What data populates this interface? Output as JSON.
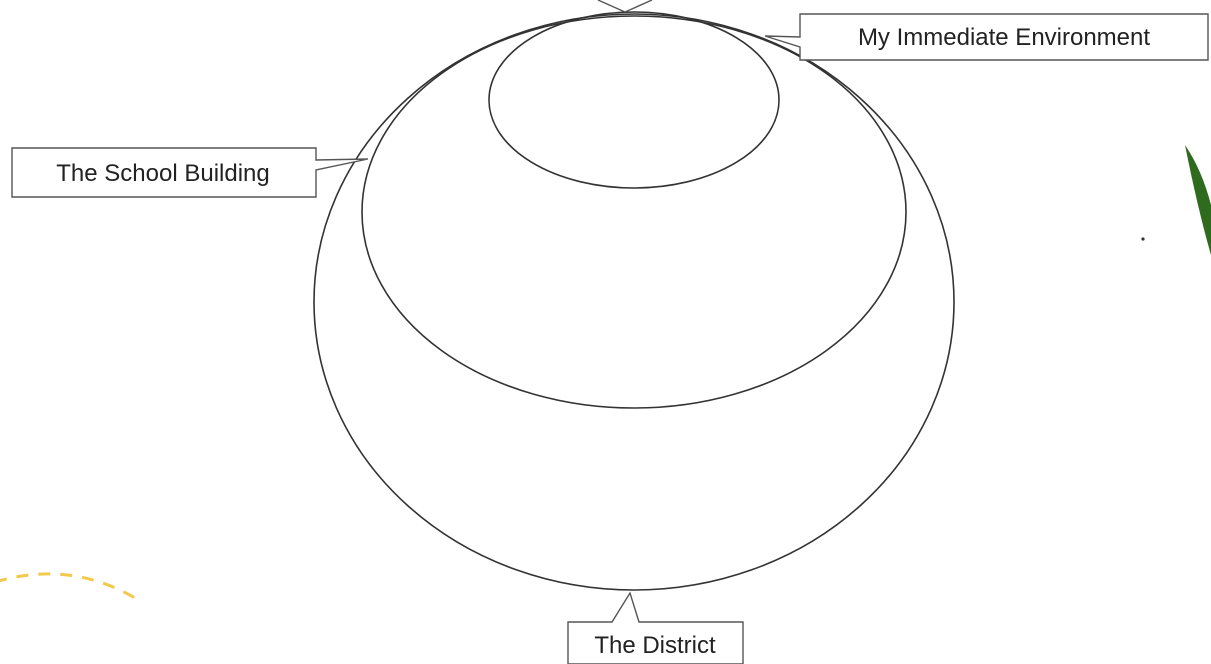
{
  "diagram": {
    "labels": {
      "immediate_environment": "My Immediate Environment",
      "school_building": "The School Building",
      "district": "The District"
    },
    "colors": {
      "background": "#ffffff",
      "stroke": "#333333",
      "callout_border": "#555555",
      "text": "#222222",
      "leaf_accent": "#2f6b1f",
      "dashed_arc_accent": "#f2c94c"
    }
  }
}
